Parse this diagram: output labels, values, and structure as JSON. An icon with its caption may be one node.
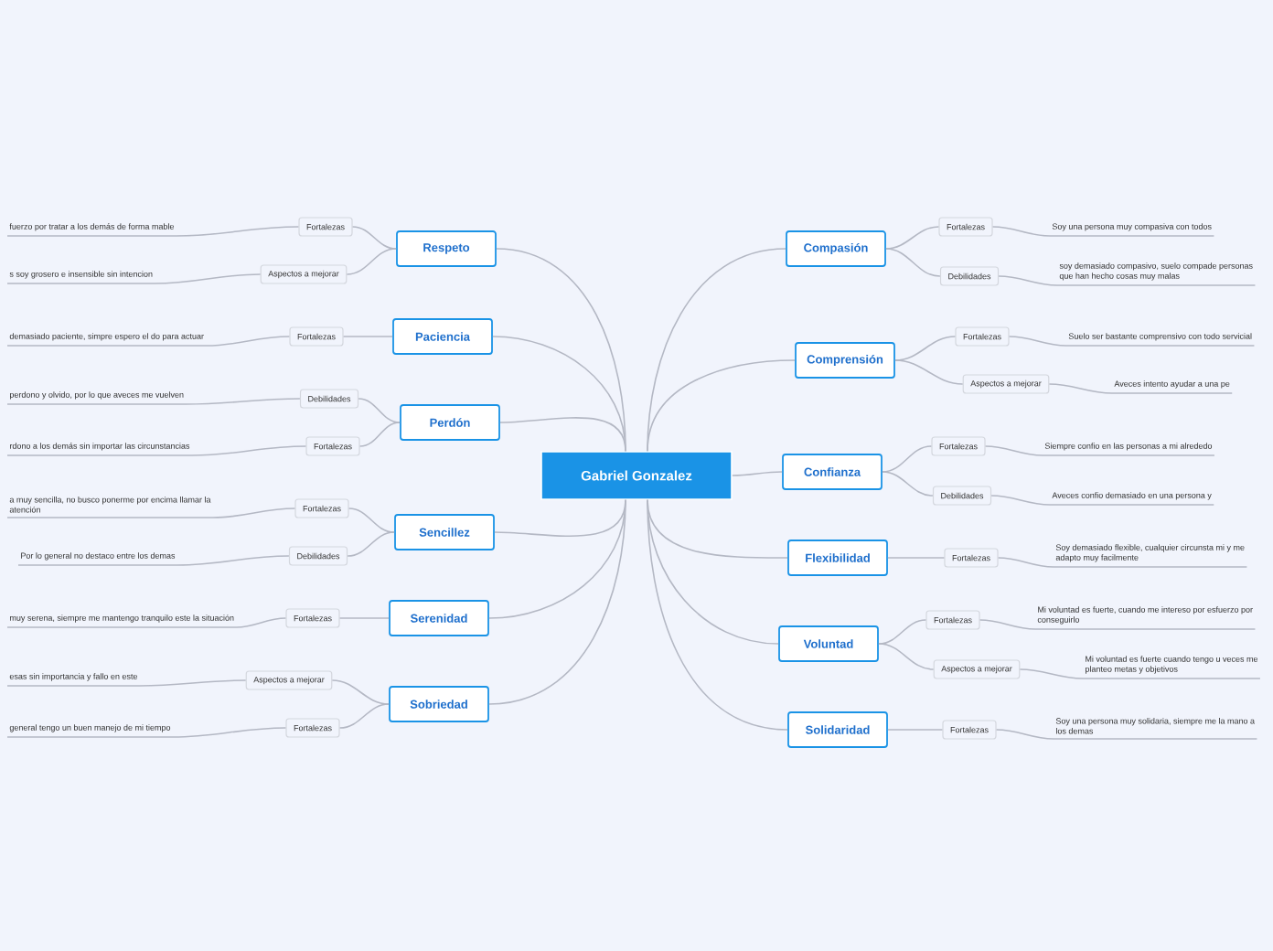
{
  "diagram": {
    "nodes": [
      {
        "text": [
          "Gabriel Gonzalez"
        ]
      },
      {
        "text": [
          "Respeto"
        ]
      },
      {
        "text": [
          "Fortalezas"
        ]
      },
      {
        "text": [
          "fuerzo por tratar a los demás de forma mable"
        ]
      },
      {
        "text": [
          "Aspectos a mejorar"
        ]
      },
      {
        "text": [
          "s soy grosero e insensible sin intencion"
        ]
      },
      {
        "text": [
          "Paciencia"
        ]
      },
      {
        "text": [
          "Fortalezas"
        ]
      },
      {
        "text": [
          "demasiado paciente, simpre espero el do para actuar"
        ]
      },
      {
        "text": [
          "Perdón"
        ]
      },
      {
        "text": [
          "Debilidades"
        ]
      },
      {
        "text": [
          "perdono y olvido, por lo que aveces me vuelven"
        ]
      },
      {
        "text": [
          "Fortalezas"
        ]
      },
      {
        "text": [
          "rdono a los demás sin importar las circunstancias"
        ]
      },
      {
        "text": [
          "Sencillez"
        ]
      },
      {
        "text": [
          "Fortalezas"
        ]
      },
      {
        "text": [
          "a muy sencilla, no busco ponerme por encima llamar la atención"
        ]
      },
      {
        "text": [
          "Debilidades"
        ]
      },
      {
        "text": [
          "Por lo general no destaco entre los demas"
        ]
      },
      {
        "text": [
          "Serenidad"
        ]
      },
      {
        "text": [
          "Fortalezas"
        ]
      },
      {
        "text": [
          "muy serena, siempre me mantengo tranquilo este la situación"
        ]
      },
      {
        "text": [
          "Sobriedad"
        ]
      },
      {
        "text": [
          "Aspectos a mejorar"
        ]
      },
      {
        "text": [
          "esas sin importancia y fallo en este"
        ]
      },
      {
        "text": [
          "Fortalezas"
        ]
      },
      {
        "text": [
          "general tengo un buen manejo de mi tiempo"
        ]
      },
      {
        "text": [
          "Compasión"
        ]
      },
      {
        "text": [
          "Fortalezas"
        ]
      },
      {
        "text": [
          "Soy una persona muy compasiva con todos"
        ]
      },
      {
        "text": [
          "Debilidades"
        ]
      },
      {
        "text": [
          "soy demasiado compasivo, suelo compade personas que han hecho cosas muy malas"
        ]
      },
      {
        "text": [
          "Comprensión"
        ]
      },
      {
        "text": [
          "Fortalezas"
        ]
      },
      {
        "text": [
          "Suelo ser bastante comprensivo con todo servicial"
        ]
      },
      {
        "text": [
          "Aspectos a mejorar"
        ]
      },
      {
        "text": [
          "Aveces intento ayudar a una pe"
        ]
      },
      {
        "text": [
          "Confianza"
        ]
      },
      {
        "text": [
          "Fortalezas"
        ]
      },
      {
        "text": [
          "Siempre confio en las personas a mi alrededo"
        ]
      },
      {
        "text": [
          "Debilidades"
        ]
      },
      {
        "text": [
          "Aveces confio demasiado en una persona y"
        ]
      },
      {
        "text": [
          "Flexibilidad"
        ]
      },
      {
        "text": [
          "Fortalezas"
        ]
      },
      {
        "text": [
          "Soy demasiado flexible, cualquier circunsta mi y me adapto muy facilmente"
        ]
      },
      {
        "text": [
          "Voluntad"
        ]
      },
      {
        "text": [
          "Fortalezas"
        ]
      },
      {
        "text": [
          "Mi voluntad es fuerte, cuando me intereso por esfuerzo por conseguirlo"
        ]
      },
      {
        "text": [
          "Aspectos a mejorar"
        ]
      },
      {
        "text": [
          "Mi voluntad es fuerte cuando tengo u veces me planteo metas y objetivos"
        ]
      },
      {
        "text": [
          "Solidaridad"
        ]
      },
      {
        "text": [
          "Fortalezas"
        ]
      },
      {
        "text": [
          "Soy una persona muy solidaria, siempre me la mano a los demas"
        ]
      }
    ],
    "edges": [
      {
        "from": 0,
        "to": 1,
        "arrow": "none"
      },
      {
        "from": 1,
        "to": 2,
        "arrow": "none"
      },
      {
        "from": 2,
        "to": 3,
        "arrow": "none"
      },
      {
        "from": 1,
        "to": 4,
        "arrow": "none"
      },
      {
        "from": 4,
        "to": 5,
        "arrow": "none"
      },
      {
        "from": 0,
        "to": 6,
        "arrow": "none"
      },
      {
        "from": 6,
        "to": 7,
        "arrow": "none"
      },
      {
        "from": 7,
        "to": 8,
        "arrow": "none"
      },
      {
        "from": 0,
        "to": 9,
        "arrow": "none"
      },
      {
        "from": 9,
        "to": 10,
        "arrow": "none"
      },
      {
        "from": 10,
        "to": 11,
        "arrow": "none"
      },
      {
        "from": 9,
        "to": 12,
        "arrow": "none"
      },
      {
        "from": 12,
        "to": 13,
        "arrow": "none"
      },
      {
        "from": 0,
        "to": 14,
        "arrow": "none"
      },
      {
        "from": 14,
        "to": 15,
        "arrow": "none"
      },
      {
        "from": 15,
        "to": 16,
        "arrow": "none"
      },
      {
        "from": 14,
        "to": 17,
        "arrow": "none"
      },
      {
        "from": 17,
        "to": 18,
        "arrow": "none"
      },
      {
        "from": 0,
        "to": 19,
        "arrow": "none"
      },
      {
        "from": 19,
        "to": 20,
        "arrow": "none"
      },
      {
        "from": 20,
        "to": 21,
        "arrow": "none"
      },
      {
        "from": 0,
        "to": 22,
        "arrow": "none"
      },
      {
        "from": 22,
        "to": 23,
        "arrow": "none"
      },
      {
        "from": 23,
        "to": 24,
        "arrow": "none"
      },
      {
        "from": 22,
        "to": 25,
        "arrow": "none"
      },
      {
        "from": 25,
        "to": 26,
        "arrow": "none"
      },
      {
        "from": 0,
        "to": 27,
        "arrow": "none"
      },
      {
        "from": 27,
        "to": 28,
        "arrow": "none"
      },
      {
        "from": 28,
        "to": 29,
        "arrow": "none"
      },
      {
        "from": 27,
        "to": 30,
        "arrow": "none"
      },
      {
        "from": 30,
        "to": 31,
        "arrow": "none"
      },
      {
        "from": 0,
        "to": 32,
        "arrow": "none"
      },
      {
        "from": 32,
        "to": 33,
        "arrow": "none"
      },
      {
        "from": 33,
        "to": 34,
        "arrow": "none"
      },
      {
        "from": 32,
        "to": 35,
        "arrow": "none"
      },
      {
        "from": 35,
        "to": 36,
        "arrow": "none"
      },
      {
        "from": 0,
        "to": 37,
        "arrow": "none"
      },
      {
        "from": 37,
        "to": 38,
        "arrow": "none"
      },
      {
        "from": 38,
        "to": 39,
        "arrow": "none"
      },
      {
        "from": 37,
        "to": 40,
        "arrow": "none"
      },
      {
        "from": 40,
        "to": 41,
        "arrow": "none"
      },
      {
        "from": 0,
        "to": 42,
        "arrow": "none"
      },
      {
        "from": 42,
        "to": 43,
        "arrow": "none"
      },
      {
        "from": 43,
        "to": 44,
        "arrow": "none"
      },
      {
        "from": 0,
        "to": 45,
        "arrow": "none"
      },
      {
        "from": 45,
        "to": 46,
        "arrow": "none"
      },
      {
        "from": 46,
        "to": 47,
        "arrow": "none"
      },
      {
        "from": 45,
        "to": 48,
        "arrow": "none"
      },
      {
        "from": 48,
        "to": 49,
        "arrow": "none"
      },
      {
        "from": 0,
        "to": 50,
        "arrow": "none"
      },
      {
        "from": 50,
        "to": 51,
        "arrow": "none"
      },
      {
        "from": 51,
        "to": 52,
        "arrow": "none"
      }
    ]
  }
}
